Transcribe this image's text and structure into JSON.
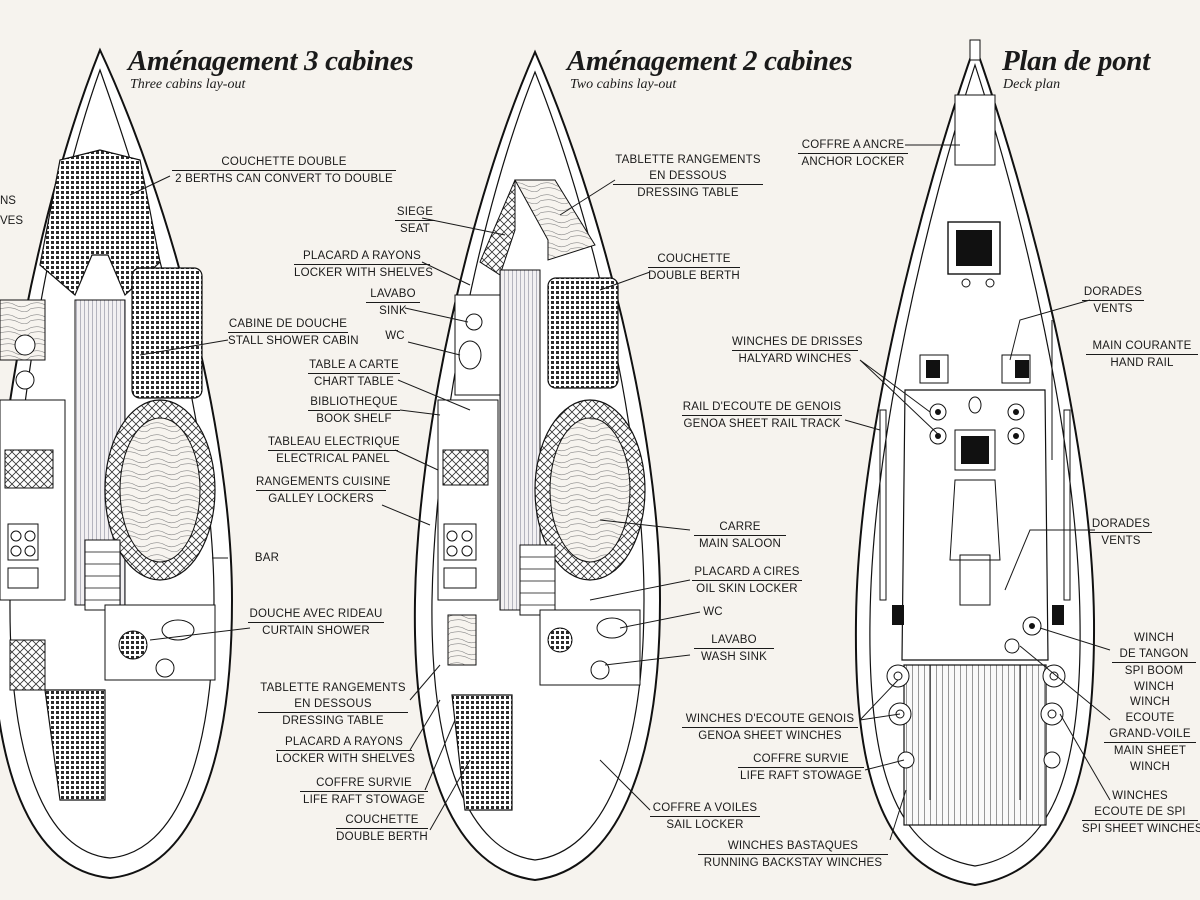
{
  "titles": {
    "three_cabins": {
      "title": "Aménagement 3 cabines",
      "subtitle": "Three cabins lay-out"
    },
    "two_cabins": {
      "title": "Aménagement 2 cabines",
      "subtitle": "Two cabins lay-out"
    },
    "deck": {
      "title": "Plan de pont",
      "subtitle": "Deck plan"
    }
  },
  "partial_labels": [
    "NS",
    "VES"
  ],
  "labels": {
    "couchette_double": [
      "COUCHETTE DOUBLE",
      "2 BERTHS CAN CONVERT TO DOUBLE"
    ],
    "cabine_douche": [
      "CABINE DE DOUCHE",
      "STALL SHOWER CABIN"
    ],
    "bar": [
      "BAR"
    ],
    "douche_rideau": [
      "DOUCHE AVEC RIDEAU",
      "CURTAIN SHOWER"
    ],
    "siege": [
      "SIEGE",
      "SEAT"
    ],
    "placard_rayons_top": [
      "PLACARD A RAYONS",
      "LOCKER WITH SHELVES"
    ],
    "lavabo_sink": [
      "LAVABO",
      "SINK"
    ],
    "wc_left": [
      "WC"
    ],
    "table_carte": [
      "TABLE A CARTE",
      "CHART TABLE"
    ],
    "bibliotheque": [
      "BIBLIOTHEQUE",
      "BOOK SHELF"
    ],
    "tableau_electrique": [
      "TABLEAU ELECTRIQUE",
      "ELECTRICAL PANEL"
    ],
    "rangements_cuisine": [
      "RANGEMENTS CUISINE",
      "GALLEY LOCKERS"
    ],
    "tablette_bottom": [
      "TABLETTE RANGEMENTS",
      "EN DESSOUS",
      "DRESSING TABLE"
    ],
    "placard_rayons_bottom": [
      "PLACARD A RAYONS",
      "LOCKER WITH SHELVES"
    ],
    "coffre_survie_left": [
      "COFFRE SURVIE",
      "LIFE RAFT STOWAGE"
    ],
    "couchette_bottom": [
      "COUCHETTE",
      "DOUBLE BERTH"
    ],
    "tablette_top": [
      "TABLETTE RANGEMENTS",
      "EN DESSOUS",
      "DRESSING TABLE"
    ],
    "couchette_right": [
      "COUCHETTE",
      "DOUBLE BERTH"
    ],
    "carre": [
      "CARRE",
      "MAIN SALOON"
    ],
    "placard_cires": [
      "PLACARD A CIRES",
      "OIL SKIN LOCKER"
    ],
    "wc_right": [
      "WC"
    ],
    "lavabo_wash": [
      "LAVABO",
      "WASH SINK"
    ],
    "coffre_voiles": [
      "COFFRE A VOILES",
      "SAIL LOCKER"
    ],
    "coffre_ancre": [
      "COFFRE A ANCRE",
      "ANCHOR LOCKER"
    ],
    "winches_drisses": [
      "WINCHES DE DRISSES",
      "HALYARD WINCHES"
    ],
    "rail_ecoute": [
      "RAIL D'ECOUTE DE GENOIS",
      "GENOA SHEET RAIL TRACK"
    ],
    "winches_ecoute_genois": [
      "WINCHES D'ECOUTE GENOIS",
      "GENOA SHEET WINCHES"
    ],
    "coffre_survie_right": [
      "COFFRE SURVIE",
      "LIFE RAFT STOWAGE"
    ],
    "winches_bastaques": [
      "WINCHES BASTAQUES",
      "RUNNING BACKSTAY WINCHES"
    ],
    "dorades_top": [
      "DORADES",
      "VENTS"
    ],
    "main_courante": [
      "MAIN COURANTE",
      "HAND RAIL"
    ],
    "dorades_mid": [
      "DORADES",
      "VENTS"
    ],
    "winch_tangon": [
      "WINCH",
      "DE TANGON",
      "SPI BOOM",
      "WINCH"
    ],
    "winch_grand_voile": [
      "WINCH",
      "ECOUTE",
      "GRAND-VOILE",
      "MAIN SHEET",
      "WINCH"
    ],
    "winches_spi": [
      "WINCHES",
      "ECOUTE DE SPI",
      "SPI SHEET WINCHES"
    ]
  }
}
